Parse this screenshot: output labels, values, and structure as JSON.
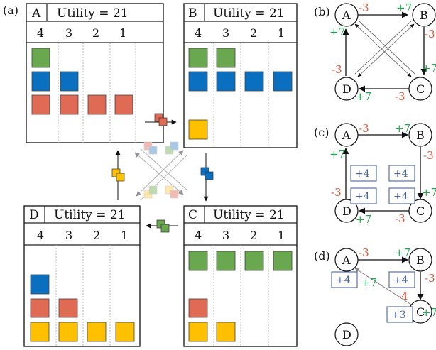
{
  "panel_labels": {
    "a": "(a)",
    "b": "(b)",
    "c": "(c)",
    "d": "(d)"
  },
  "agents": [
    {
      "id": "A",
      "utility": "Utility = 21",
      "cols": [
        "4",
        "3",
        "2",
        "1"
      ]
    },
    {
      "id": "B",
      "utility": "Utility = 21",
      "cols": [
        "4",
        "3",
        "2",
        "1"
      ]
    },
    {
      "id": "C",
      "utility": "Utility = 21",
      "cols": [
        "4",
        "3",
        "2",
        "1"
      ]
    },
    {
      "id": "D",
      "utility": "Utility = 21",
      "cols": [
        "4",
        "3",
        "2",
        "1"
      ]
    }
  ],
  "colors": {
    "green": "#6aa84f",
    "blue": "#0b6fbf",
    "red": "#e06b55",
    "yellow": "#ffc000",
    "border": "#222222",
    "neg": "#e05a3d",
    "pos": "#1aab4a",
    "boxtext": "#4a63a8",
    "boxborder": "#3b5596"
  },
  "graph_b": {
    "nodes": [
      "A",
      "B",
      "C",
      "D"
    ],
    "labels": {
      "a_neg": "-3",
      "a_pos": "+7",
      "b_top": "+7",
      "b_right": "-3",
      "c_right": "+7",
      "c_bottom": "-3",
      "d_bottom": "+7",
      "d_left": "-3"
    }
  },
  "graph_c": {
    "nodes": [
      "A",
      "B",
      "C",
      "D"
    ],
    "labels": {
      "a_neg": "-3",
      "a_pos": "+7",
      "b_top": "+7",
      "b_right": "-3",
      "c_right": "+7",
      "c_bottom": "-3",
      "d_bottom": "+7",
      "d_left": "-3"
    },
    "boxes": [
      "+4",
      "+4",
      "+4",
      "+4"
    ]
  },
  "graph_d": {
    "nodes": [
      "A",
      "B",
      "C",
      "D"
    ],
    "labels": {
      "a_neg": "-3",
      "b_top": "+7",
      "b_right": "-3",
      "c_right": "+7",
      "c_neg": "-4",
      "diag_pos": "+7"
    },
    "boxes": [
      "+4",
      "+4",
      "+3"
    ]
  }
}
